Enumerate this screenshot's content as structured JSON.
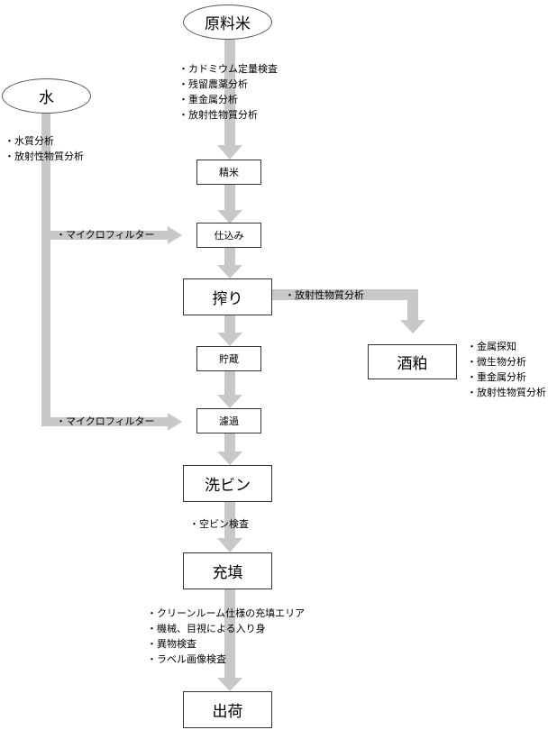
{
  "nodes": {
    "rice": "原料米",
    "water": "水",
    "polish": "精米",
    "brew": "仕込み",
    "press": "搾り",
    "storage": "貯蔵",
    "filter": "濾過",
    "bottle_wash": "洗ビン",
    "fill": "充填",
    "ship": "出荷",
    "lees": "酒粕"
  },
  "notes": {
    "rice": [
      "・カドミウム定量検査",
      "・残留農薬分析",
      "・重金属分析",
      "・放射性物質分析"
    ],
    "water": [
      "・水質分析",
      "・放射性物質分析"
    ],
    "filter1": "・マイクロフィルター",
    "filter2": "・マイクロフィルター",
    "press_branch": "・放射性物質分析",
    "lees": [
      "・金属探知",
      "・微生物分析",
      "・重金属分析",
      "・放射性物質分析"
    ],
    "bottle": "・空ビン検査",
    "fill": [
      "・クリーンルーム仕様の充填エリア",
      "・機械、目視による入り身",
      "・異物検査",
      "・ラベル画像検査"
    ]
  },
  "colors": {
    "arrow": "#c8c8c8",
    "border": "#333333"
  }
}
